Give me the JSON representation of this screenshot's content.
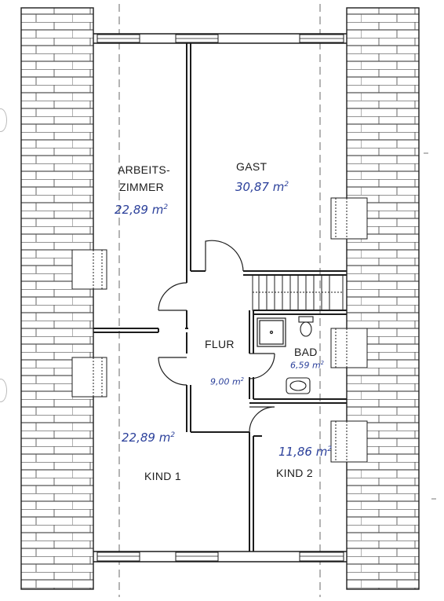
{
  "rooms": {
    "arbeitszimmer": {
      "name_line1": "ARBEITS-",
      "name_line2": "ZIMMER",
      "area_value": "22,89",
      "area_unit": "m",
      "area_exp": "2"
    },
    "gast": {
      "name": "GAST",
      "area_value": "30,87",
      "area_unit": "m",
      "area_exp": "2"
    },
    "flur": {
      "name": "FLUR",
      "area_value": "9,00",
      "area_unit": "m",
      "area_exp": "2"
    },
    "bad": {
      "name": "BAD",
      "area_value": "6,59",
      "area_unit": "m",
      "area_exp": "2"
    },
    "kind1": {
      "name": "KIND 1",
      "area_value": "22,89",
      "area_unit": "m",
      "area_exp": "2"
    },
    "kind2": {
      "name": "KIND 2",
      "area_value": "11,86",
      "area_unit": "m",
      "area_exp": "2"
    }
  },
  "colors": {
    "ink": "#1c1c1c",
    "area_ink": "#2a3f9a",
    "paper": "#ffffff"
  },
  "icons": [
    "roof-tiles-left",
    "roof-tiles-right",
    "staircase",
    "toilet-icon",
    "washbasin-icon",
    "shower-tray-icon",
    "punch-hole"
  ]
}
